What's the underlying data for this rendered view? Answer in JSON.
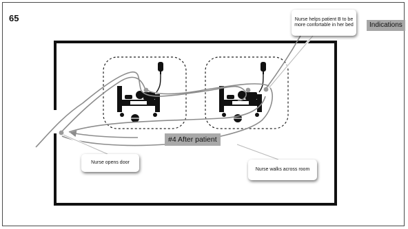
{
  "page_number": "65",
  "indications_label": "Indications",
  "diagram_title": "#4 After patient",
  "callouts": {
    "nurse_helps": "Nurse helps patient B to be more confortable in her bed",
    "nurse_opens_door": "Nurse opens door",
    "nurse_walks": "Nurse walks across room"
  },
  "icons": [
    "hospital-bed-icon",
    "iv-drip-icon"
  ],
  "colors": {
    "path_line": "#8c8c8c",
    "badge_bg": "#a9a9a9",
    "path_marker": "#9a9a9a"
  }
}
